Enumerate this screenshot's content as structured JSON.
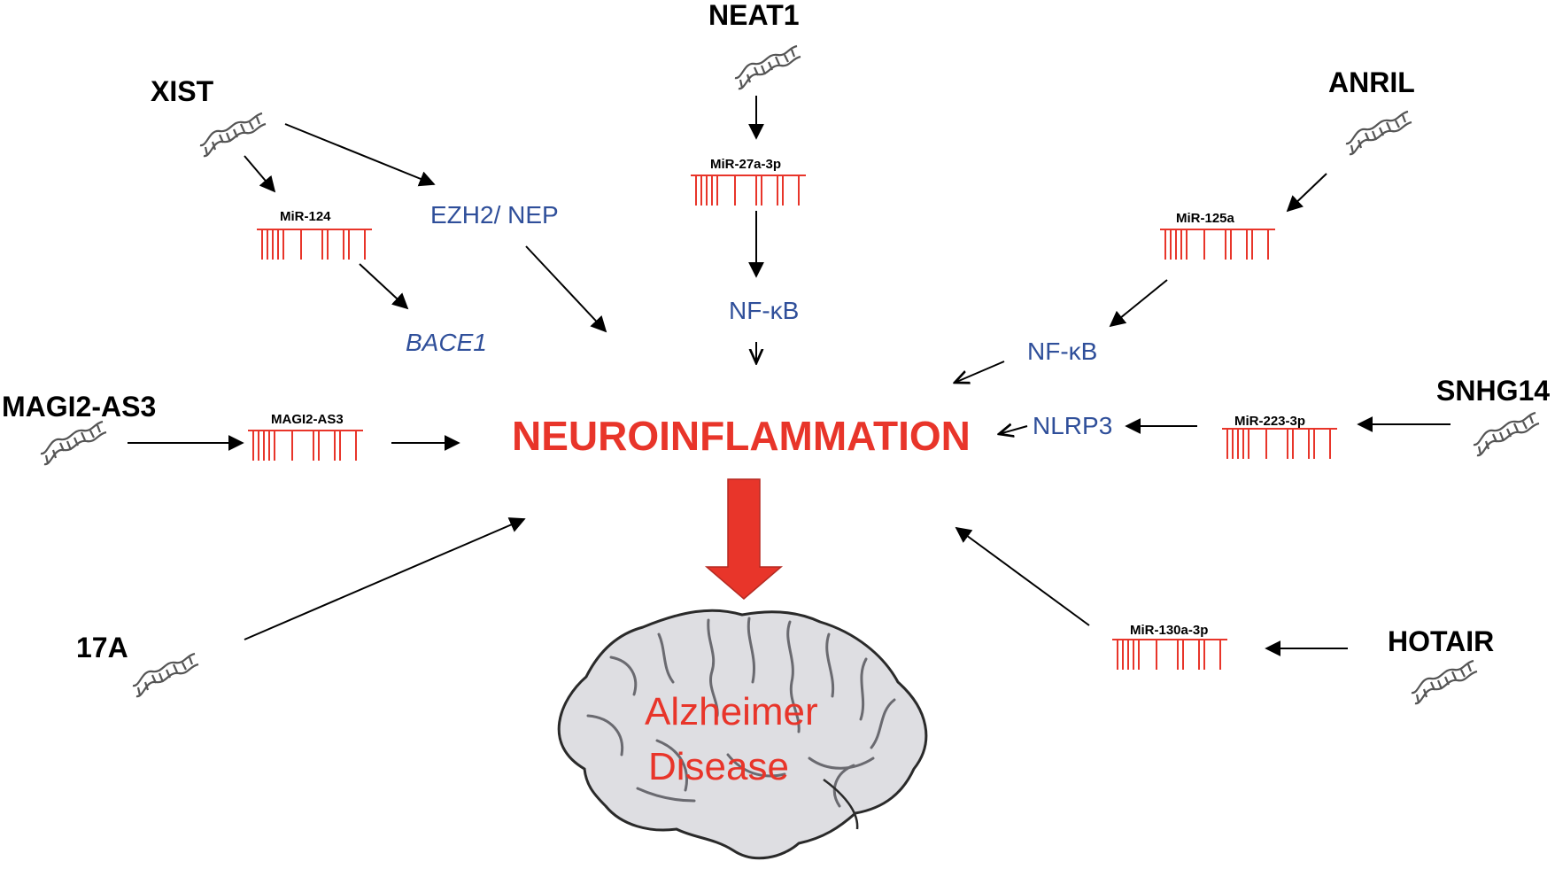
{
  "lncrnas": {
    "xist": "XIST",
    "neat1": "NEAT1",
    "anril": "ANRIL",
    "magi2": "MAGI2-AS3",
    "snhg14": "SNHG14",
    "a17": "17A",
    "hotair": "HOTAIR"
  },
  "mirnas": {
    "mir124": "MiR-124",
    "mir27": "MiR-27a-3p",
    "mir125": "MiR-125a",
    "magi2": "MAGI2-AS3",
    "mir223": "MiR-223-3p",
    "mir130": "MiR-130a-3p"
  },
  "targets": {
    "ezh2": "EZH2/ NEP",
    "bace1": "BACE1",
    "nfkb_top": "NF-κB",
    "nfkb_right": "NF-κB",
    "nlrp3": "NLRP3"
  },
  "center": "NEUROINFLAMMATION",
  "disease": {
    "line1": "Alzheimer",
    "line2": "Disease"
  },
  "colors": {
    "center_text": "#e8352a",
    "target_text": "#2f4f9a",
    "mirna_strand": "#e8352a",
    "big_arrow": "#e8352a",
    "brain_fill": "#dedee2"
  },
  "icons": {
    "lncrna": "rna-helix-icon",
    "mirna": "mirna-strand-icon",
    "brain": "brain-icon"
  }
}
